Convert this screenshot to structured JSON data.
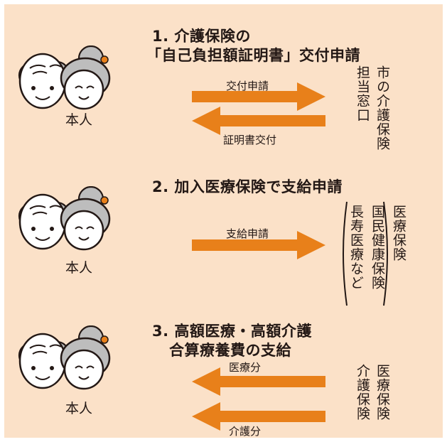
{
  "colors": {
    "background": "#fbe1c8",
    "arrow": "#e8801a",
    "text": "#231815"
  },
  "illustration": {
    "people": "elderly-couple-icon",
    "caption": "本人"
  },
  "steps": [
    {
      "title_lines": [
        "1. 介護保険の",
        "「自己負担額証明書」交付申請"
      ],
      "arrows": [
        {
          "direction": "right",
          "label": "交付申請"
        },
        {
          "direction": "left",
          "label": "証明書交付"
        }
      ],
      "office_lines": [
        "市の介護保険",
        "担当窓口"
      ]
    },
    {
      "title_lines": [
        "2. 加入医療保険で支給申請"
      ],
      "arrows": [
        {
          "direction": "right",
          "label": "支給申請"
        }
      ],
      "office_lines": [
        "医療保険",
        "国民健康保険",
        "長寿医療など"
      ]
    },
    {
      "title_lines": [
        "3. 高額医療・高額介護",
        "合算療養費の支給"
      ],
      "arrows": [
        {
          "direction": "left",
          "label": "医療分"
        },
        {
          "direction": "left",
          "label": "介護分"
        }
      ],
      "office_lines": [
        "医療保険",
        "介護保険"
      ]
    }
  ]
}
